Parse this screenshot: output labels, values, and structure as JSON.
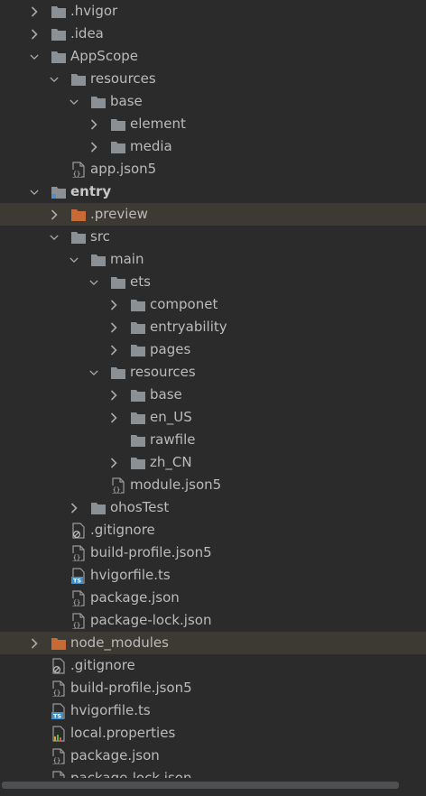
{
  "colors": {
    "background": "#2b2b2b",
    "text": "#bbbbbb",
    "folder": "#8b9094",
    "excluded_folder": "#c76a36",
    "highlight_row": "#3d3a33",
    "ts_badge": "#3d8ec9"
  },
  "tree": [
    {
      "label": ".hvigor",
      "depth": 0,
      "arrow": "collapsed",
      "icon": "folder-icon"
    },
    {
      "label": ".idea",
      "depth": 0,
      "arrow": "collapsed",
      "icon": "folder-icon"
    },
    {
      "label": "AppScope",
      "depth": 0,
      "arrow": "expanded",
      "icon": "folder-icon"
    },
    {
      "label": "resources",
      "depth": 1,
      "arrow": "expanded",
      "icon": "folder-icon"
    },
    {
      "label": "base",
      "depth": 2,
      "arrow": "expanded",
      "icon": "folder-icon"
    },
    {
      "label": "element",
      "depth": 3,
      "arrow": "collapsed",
      "icon": "folder-icon"
    },
    {
      "label": "media",
      "depth": 3,
      "arrow": "collapsed",
      "icon": "folder-icon"
    },
    {
      "label": "app.json5",
      "depth": 1,
      "arrow": "none",
      "icon": "json-file-icon"
    },
    {
      "label": "entry",
      "depth": 0,
      "arrow": "expanded",
      "icon": "module-folder-icon",
      "bold": true
    },
    {
      "label": ".preview",
      "depth": 1,
      "arrow": "collapsed",
      "icon": "excluded-folder-icon",
      "highlight": true
    },
    {
      "label": "src",
      "depth": 1,
      "arrow": "expanded",
      "icon": "folder-icon"
    },
    {
      "label": "main",
      "depth": 2,
      "arrow": "expanded",
      "icon": "folder-icon"
    },
    {
      "label": "ets",
      "depth": 3,
      "arrow": "expanded",
      "icon": "folder-icon"
    },
    {
      "label": "componet",
      "depth": 4,
      "arrow": "collapsed",
      "icon": "folder-icon"
    },
    {
      "label": "entryability",
      "depth": 4,
      "arrow": "collapsed",
      "icon": "folder-icon"
    },
    {
      "label": "pages",
      "depth": 4,
      "arrow": "collapsed",
      "icon": "folder-icon"
    },
    {
      "label": "resources",
      "depth": 3,
      "arrow": "expanded",
      "icon": "folder-icon"
    },
    {
      "label": "base",
      "depth": 4,
      "arrow": "collapsed",
      "icon": "folder-icon"
    },
    {
      "label": "en_US",
      "depth": 4,
      "arrow": "collapsed",
      "icon": "folder-icon"
    },
    {
      "label": "rawfile",
      "depth": 4,
      "arrow": "none",
      "icon": "folder-icon"
    },
    {
      "label": "zh_CN",
      "depth": 4,
      "arrow": "collapsed",
      "icon": "folder-icon"
    },
    {
      "label": "module.json5",
      "depth": 3,
      "arrow": "none",
      "icon": "json-file-icon"
    },
    {
      "label": "ohosTest",
      "depth": 2,
      "arrow": "collapsed",
      "icon": "folder-icon"
    },
    {
      "label": ".gitignore",
      "depth": 1,
      "arrow": "none",
      "icon": "gitignore-file-icon"
    },
    {
      "label": "build-profile.json5",
      "depth": 1,
      "arrow": "none",
      "icon": "json-file-icon"
    },
    {
      "label": "hvigorfile.ts",
      "depth": 1,
      "arrow": "none",
      "icon": "ts-file-icon"
    },
    {
      "label": "package.json",
      "depth": 1,
      "arrow": "none",
      "icon": "json-file-icon"
    },
    {
      "label": "package-lock.json",
      "depth": 1,
      "arrow": "none",
      "icon": "json-file-icon"
    },
    {
      "label": "node_modules",
      "depth": 0,
      "arrow": "collapsed",
      "icon": "excluded-folder-icon",
      "highlight": true
    },
    {
      "label": ".gitignore",
      "depth": 0,
      "arrow": "none",
      "icon": "gitignore-file-icon"
    },
    {
      "label": "build-profile.json5",
      "depth": 0,
      "arrow": "none",
      "icon": "json-file-icon"
    },
    {
      "label": "hvigorfile.ts",
      "depth": 0,
      "arrow": "none",
      "icon": "ts-file-icon"
    },
    {
      "label": "local.properties",
      "depth": 0,
      "arrow": "none",
      "icon": "properties-file-icon"
    },
    {
      "label": "package.json",
      "depth": 0,
      "arrow": "none",
      "icon": "json-file-icon"
    },
    {
      "label": "package-lock.json",
      "depth": 0,
      "arrow": "none",
      "icon": "json-file-icon"
    }
  ]
}
